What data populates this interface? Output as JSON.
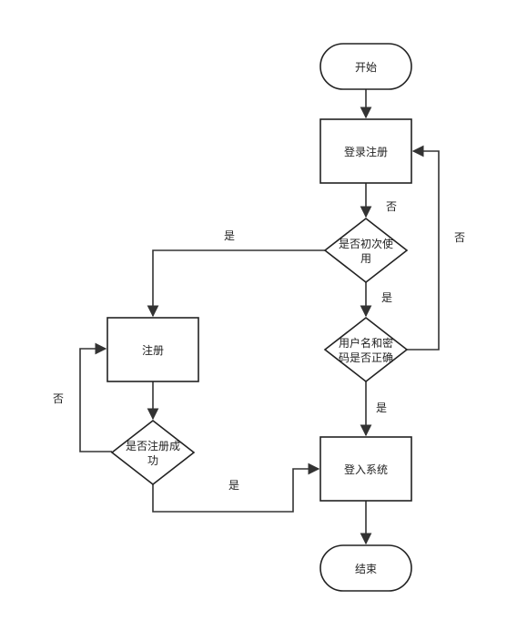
{
  "nodes": {
    "start": "开始",
    "login_register": "登录注册",
    "first_use_1": "是否初次使",
    "first_use_2": "用",
    "register": "注册",
    "cred_check_1": "用户名和密",
    "cred_check_2": "码是否正确",
    "reg_success_1": "是否注册成",
    "reg_success_2": "功",
    "enter_system": "登入系统",
    "end": "结束"
  },
  "edges": {
    "first_use_no": "否",
    "first_use_yes": "是",
    "cred_yes_mid": "是",
    "cred_no": "否",
    "cred_yes": "是",
    "reg_no": "否",
    "reg_yes": "是"
  }
}
